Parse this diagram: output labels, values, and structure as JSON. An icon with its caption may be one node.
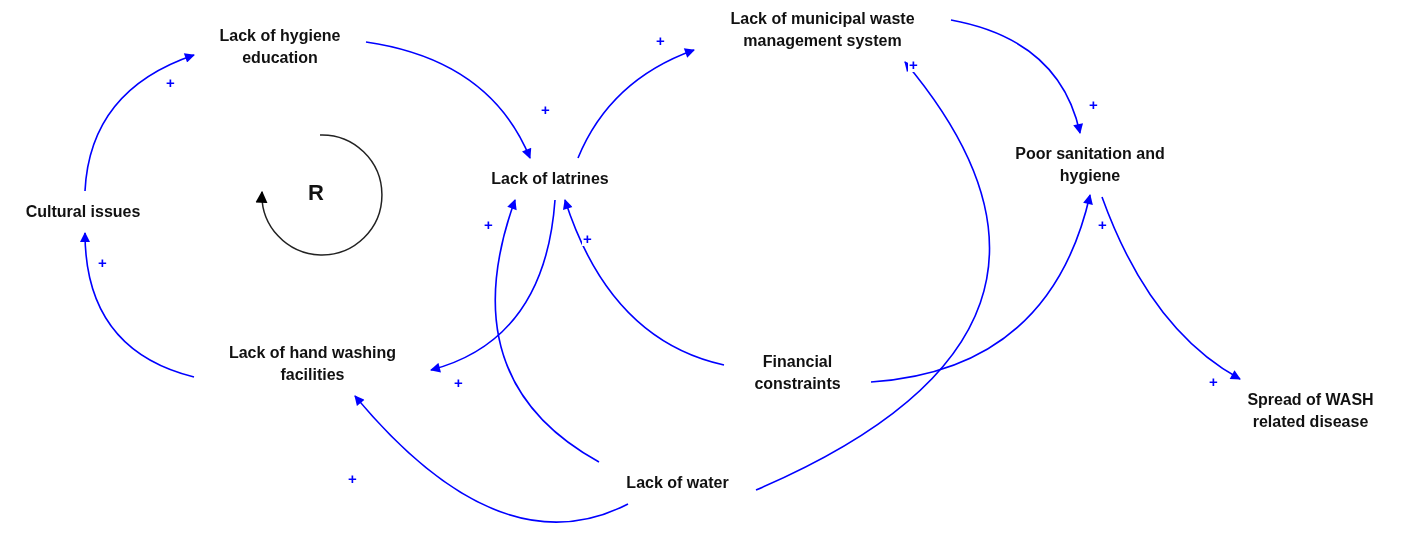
{
  "diagram": {
    "nodes": [
      {
        "text": [
          "Lack of hygiene education"
        ]
      },
      {
        "text": [
          "Lack of municipal waste management system"
        ]
      },
      {
        "text": [
          "Lack of latrines"
        ]
      },
      {
        "text": [
          "Poor sanitation and hygiene"
        ]
      },
      {
        "text": [
          "Cultural issues"
        ]
      },
      {
        "text": [
          "Lack of hand washing facilities"
        ]
      },
      {
        "text": [
          "Financial constraints"
        ]
      },
      {
        "text": [
          "Spread of WASH related disease"
        ]
      },
      {
        "text": [
          "Lack of water"
        ]
      }
    ],
    "edges": [
      {
        "from": 0,
        "to": 2,
        "arrow": "to",
        "label": "+"
      },
      {
        "from": 2,
        "to": 1,
        "arrow": "to",
        "label": "+"
      },
      {
        "from": 1,
        "to": 3,
        "arrow": "to",
        "label": "+"
      },
      {
        "from": 3,
        "to": 7,
        "arrow": "to",
        "label": "+"
      },
      {
        "from": 4,
        "to": 0,
        "arrow": "to",
        "label": "+"
      },
      {
        "from": 5,
        "to": 4,
        "arrow": "to",
        "label": "+"
      },
      {
        "from": 2,
        "to": 5,
        "arrow": "to",
        "label": "+"
      },
      {
        "from": 8,
        "to": 2,
        "arrow": "to",
        "label": "+"
      },
      {
        "from": 6,
        "to": 2,
        "arrow": "to",
        "label": "+"
      },
      {
        "from": 8,
        "to": 1,
        "arrow": "to",
        "label": "+"
      },
      {
        "from": 8,
        "to": 5,
        "arrow": "to",
        "label": "+"
      },
      {
        "from": 6,
        "to": 3,
        "arrow": "to",
        "label": "+"
      }
    ],
    "labels": [
      "R"
    ]
  }
}
